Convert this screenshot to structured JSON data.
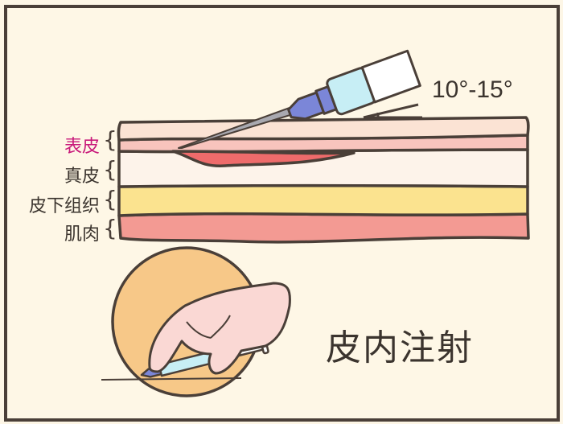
{
  "diagram": {
    "title": "皮内注射",
    "angle_label": "10°-15°",
    "layers": [
      {
        "label": "表皮",
        "color": "#c8197a",
        "fill": "#fbe3d4"
      },
      {
        "label": "真皮",
        "color": "#3b342e",
        "fill": "#fdf3ea"
      },
      {
        "label": "皮下组织",
        "color": "#3b342e",
        "fill": "#fbe38f"
      },
      {
        "label": "肌肉",
        "color": "#3b342e",
        "fill": "#f39a93"
      }
    ],
    "colors": {
      "background": "#fef7e6",
      "outline": "#4a3f38",
      "epidermis_inner": "#f8c4bd",
      "bleb": "#ee6b6b",
      "needle_hub": "#7b86d8",
      "syringe_barrel": "#c7eef5",
      "circle": "#f7c888",
      "hand": "#fad8d4"
    }
  }
}
